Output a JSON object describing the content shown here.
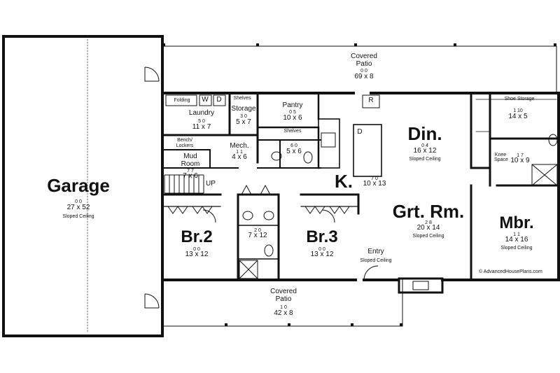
{
  "rooms": {
    "garage": {
      "name": "Garage",
      "dim": "27 x 52",
      "sub": "0 0",
      "note": "Sloped Ceiling"
    },
    "patio_top": {
      "name1": "Covered",
      "name2": "Patio",
      "dim": "69 x 8",
      "sub": "0 0"
    },
    "patio_bot": {
      "name1": "Covered",
      "name2": "Patio",
      "dim": "42 x 8",
      "sub": "1 0"
    },
    "laundry": {
      "name": "Laundry",
      "dim": "11 x 7",
      "sub": "5 0"
    },
    "storage": {
      "name": "Storage",
      "dim": "5 x 7",
      "sub": "3 0"
    },
    "pantry": {
      "name": "Pantry",
      "dim": "10 x 6",
      "sub": "0 5"
    },
    "mech": {
      "name": "Mech.",
      "dim": "4 x 6",
      "sub": "1 1"
    },
    "mudroom": {
      "name1": "Mud",
      "name2": "Room",
      "dim": "7 x 6",
      "sub": "7 7"
    },
    "bath_small": {
      "dim": "5 x 6",
      "sub": "6 0"
    },
    "din": {
      "name": "Din.",
      "dim": "16 x 12",
      "sub": "0 4",
      "note": "Sloped Ceiling"
    },
    "kitchen": {
      "name": "K.",
      "dim": "10 x 13",
      "sub": "7 0"
    },
    "grt": {
      "name": "Grt. Rm.",
      "dim": "20 x 14",
      "sub": "2 8",
      "note": "Sloped Ceiling"
    },
    "entry": {
      "name": "Entry",
      "note": "Sloped Ceiling"
    },
    "br2": {
      "name": "Br.2",
      "dim": "13 x 12",
      "sub": "0 0"
    },
    "br3": {
      "name": "Br.3",
      "dim": "13 x 12",
      "sub": "0 0"
    },
    "bath_mid": {
      "dim": "7 x 12",
      "sub": "2 0"
    },
    "mbr": {
      "name": "Mbr.",
      "dim": "14 x 16",
      "sub": "1 1",
      "note": "Sloped Ceiling"
    },
    "closet_m": {
      "dim": "14 x 5",
      "sub": "1 10"
    },
    "bath_m": {
      "dim": "10 x 9",
      "sub": "1 7"
    }
  },
  "fixtures": {
    "folding": "Folding",
    "washer": "W",
    "dryer": "D",
    "shelves1": "Shelves",
    "shelves2": "Shelves",
    "refrigerator": "R",
    "dishwasher": "D",
    "bench": "Bench/",
    "lockers": "Lockers",
    "stairs_up": "UP",
    "shoe_storage": "Shoe Storage",
    "knee_space": "Knee Space"
  },
  "credit": "AdvancedHousePlans.com"
}
